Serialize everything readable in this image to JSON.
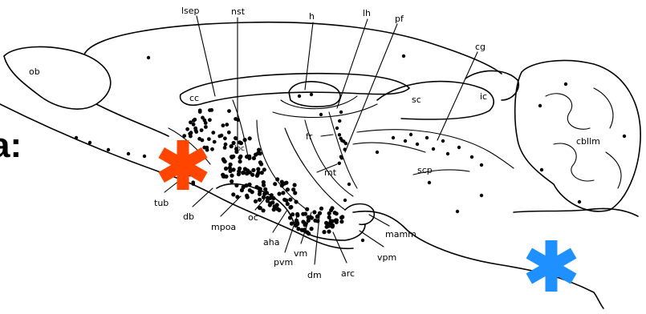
{
  "partial_heading": "a:",
  "labels": {
    "ob": "ob",
    "lsep": "lsep",
    "nst": "nst",
    "h": "h",
    "lh": "lh",
    "pf": "pf",
    "cg": "cg",
    "cc": "cc",
    "sc": "sc",
    "ic": "ic",
    "cbllm": "cbllm",
    "fr": "fr",
    "mt": "mt",
    "scp": "scp",
    "tub": "tub",
    "db": "db",
    "mpoa": "mpoa",
    "oc": "oc",
    "aha": "aha",
    "pvm": "pvm",
    "vm": "vm",
    "dm": "dm",
    "arc": "arc",
    "vpm": "vpm",
    "mamm": "mamm",
    "loc": "loc"
  },
  "markers": {
    "orange_asterisk_color": "#ff4500",
    "blue_asterisk_color": "#1e90ff"
  }
}
